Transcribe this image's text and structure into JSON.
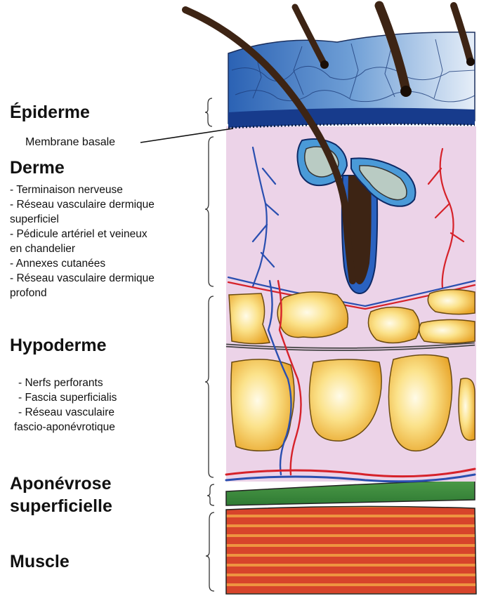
{
  "colors": {
    "epidermis_light": "#a9c6e6",
    "epidermis_dark": "#1f4f9e",
    "dermis": "#ecd3e8",
    "fat": "#f7c94a",
    "fascia": "#3b8a3e",
    "muscle": "#d8482c",
    "artery": "#d6222a",
    "vein": "#2a4fb0",
    "hair": "#3d2414"
  },
  "icons": [
    "hair-shaft",
    "sebaceous-gland",
    "fat-lobule",
    "bracket"
  ],
  "labels": {
    "epiderme": {
      "title": "Épiderme",
      "sub": "Membrane basale"
    },
    "derme": {
      "title": "Derme",
      "items": [
        "- Terminaison nerveuse",
        "- Réseau vasculaire dermique",
        "superficiel",
        "- Pédicule artériel et veineux",
        "en chandelier",
        "- Annexes cutanées",
        "- Réseau vasculaire dermique",
        "profond"
      ]
    },
    "hypoderme": {
      "title": "Hypoderme",
      "items": [
        "- Nerfs perforants",
        "- Fascia superficialis",
        "- Réseau vasculaire",
        "fascio-aponévrotique"
      ]
    },
    "aponevrose": {
      "title_line1": "Aponévrose",
      "title_line2": "superficielle"
    },
    "muscle": {
      "title": "Muscle"
    }
  }
}
